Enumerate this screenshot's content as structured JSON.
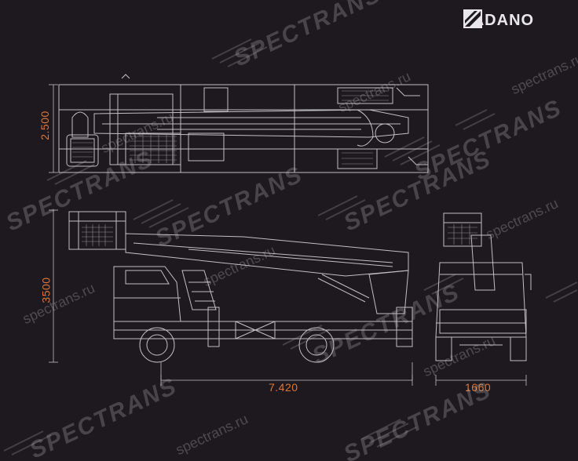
{
  "brand": {
    "name": "TADANO",
    "logo_color": "#e8e8ea"
  },
  "dimensions": {
    "top_height": "2.500",
    "side_height": "3500",
    "length": "7.420",
    "rear_width": "1660",
    "color": "#d9783a"
  },
  "watermarks": {
    "url": "spectrans.ru",
    "brand": "SPECTRANS"
  },
  "line_color": "#bfbfc4"
}
